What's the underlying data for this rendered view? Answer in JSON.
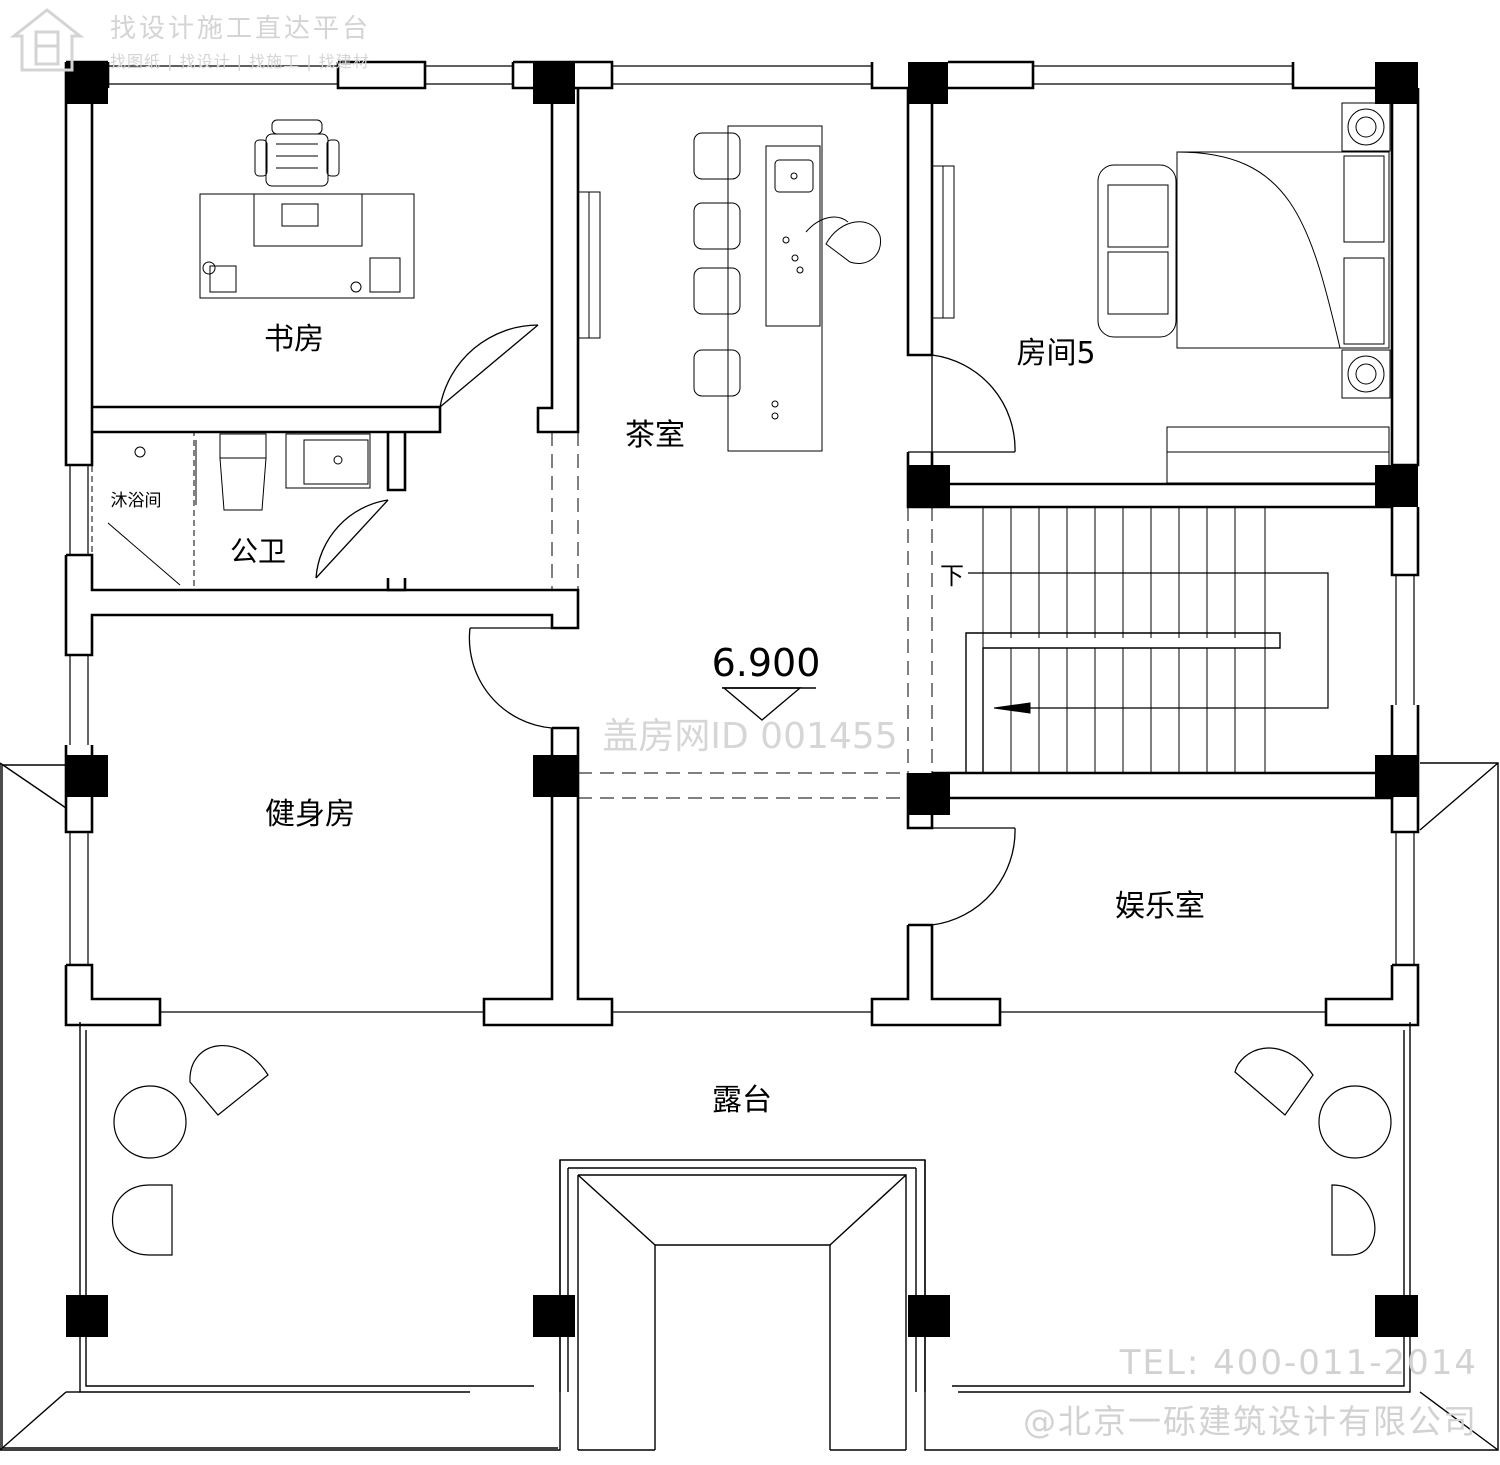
{
  "watermark": {
    "platform_title": "找设计施工直达平台",
    "platform_links": "找图纸 | 找设计 | 找施工 | 找建材",
    "center_id": "盖房网ID 001455",
    "tel": "TEL: 400-011-2014",
    "company": "@北京一砾建筑设计有限公司"
  },
  "rooms": {
    "study": "书房",
    "tea_room": "茶室",
    "bedroom5": "房间5",
    "shower": "沐浴间",
    "public_wc": "公卫",
    "gym": "健身房",
    "entertainment": "娱乐室",
    "terrace": "露台"
  },
  "stairs": {
    "down_label": "下"
  },
  "elevation": {
    "value": "6.900"
  },
  "colors": {
    "line": "#000000",
    "watermark": "#d4d4d4",
    "background": "#ffffff"
  }
}
